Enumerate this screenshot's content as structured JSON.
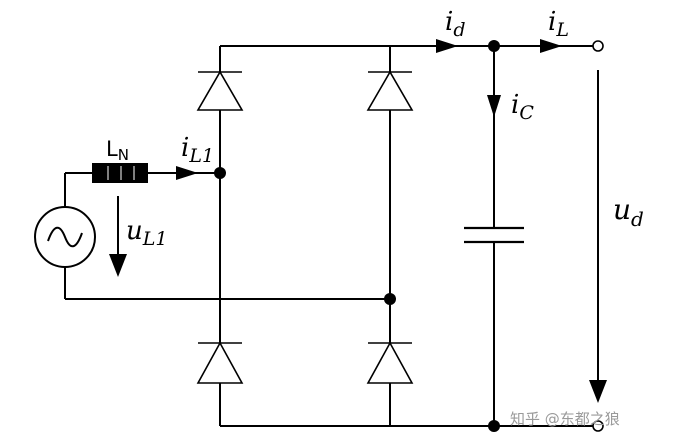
{
  "labels": {
    "i_d": {
      "main": "i",
      "sub": "d"
    },
    "i_L": {
      "main": "i",
      "sub": "L"
    },
    "i_C": {
      "main": "i",
      "sub": "C"
    },
    "i_L1": {
      "main": "i",
      "sub": "L1"
    },
    "u_L1": {
      "main": "u",
      "sub": "L1"
    },
    "u_d": {
      "main": "u",
      "sub": "d"
    },
    "L_N": {
      "main": "L",
      "sub": "N"
    }
  },
  "watermark": "知乎 @东都之狼"
}
